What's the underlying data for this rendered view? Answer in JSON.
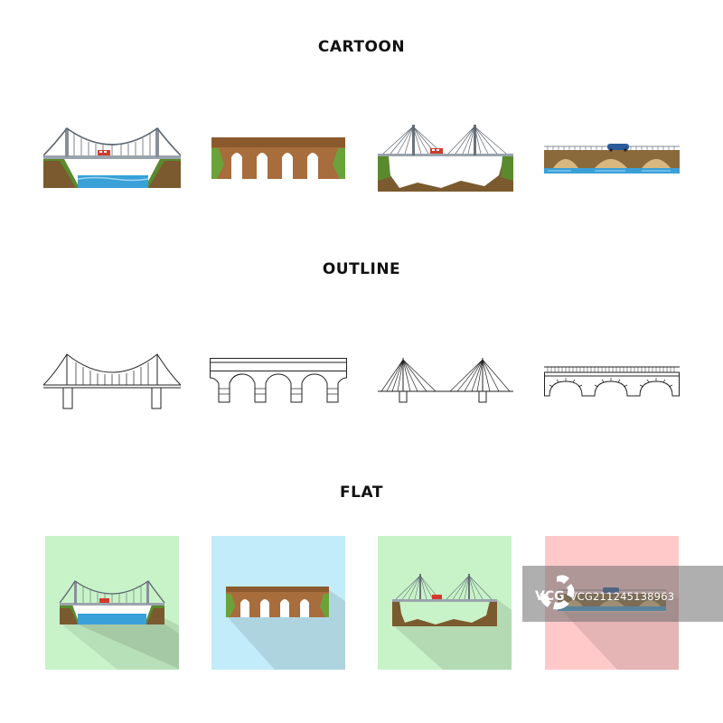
{
  "sections": {
    "cartoon": "CARTOON",
    "outline": "OUTLINE",
    "flat": "FLAT"
  },
  "icons": [
    {
      "name": "suspension-bridge-icon"
    },
    {
      "name": "aqueduct-bridge-icon"
    },
    {
      "name": "cable-stayed-bridge-icon"
    },
    {
      "name": "stone-arch-bridge-icon"
    }
  ],
  "tile_colors": [
    "#c8f3c8",
    "#c2ecfa",
    "#c8f3c8",
    "#ffc9c9"
  ],
  "watermark": {
    "brand": "VCG",
    "id": "VCG211245138963"
  }
}
